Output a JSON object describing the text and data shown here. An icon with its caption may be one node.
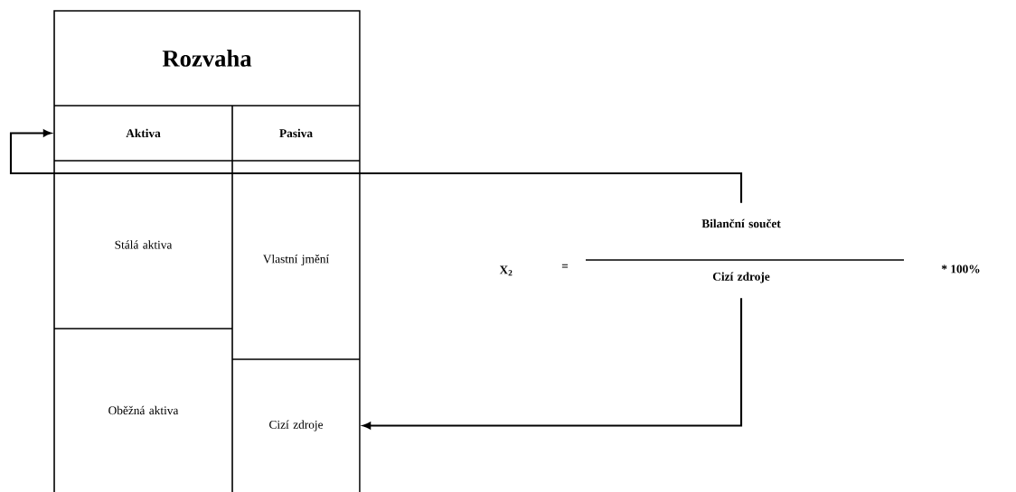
{
  "diagram": {
    "nodes": [
      {
        "text": [
          "Rozvaha"
        ]
      },
      {
        "text": [
          "Aktiva"
        ]
      },
      {
        "text": [
          "Pasiva"
        ]
      },
      {
        "text": [
          "Stálá aktiva"
        ]
      },
      {
        "text": [
          "Vlastní jmění"
        ]
      },
      {
        "text": [
          "Oběžná aktiva"
        ]
      },
      {
        "text": [
          "Cizí zdroje"
        ]
      },
      {
        "text": [
          "Bilanční součet"
        ]
      },
      {
        "text": [
          "Cizí zdroje"
        ]
      }
    ],
    "edges": [
      {
        "from": 7,
        "to": 1,
        "arrow": "to"
      },
      {
        "from": 8,
        "to": 6,
        "arrow": "to"
      }
    ],
    "labels": [
      "X$_{2}$",
      "=",
      "* 100%"
    ]
  }
}
